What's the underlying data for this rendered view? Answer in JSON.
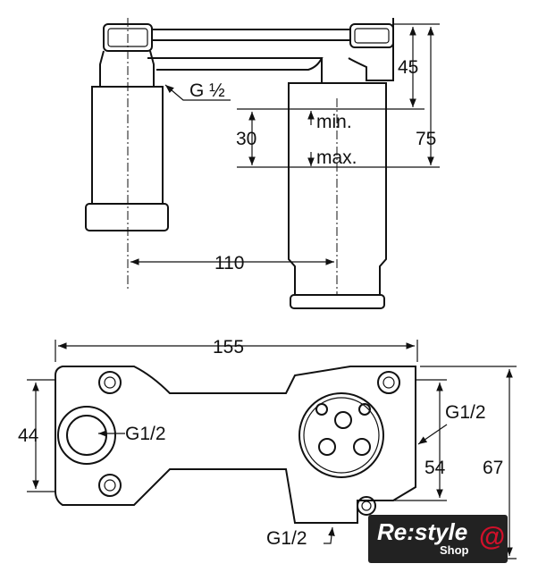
{
  "labels": {
    "thread_top": "G ½",
    "dim_45": "45",
    "dim_75": "75",
    "dim_30": "30",
    "min": "min.",
    "max": "max.",
    "dim_110": "110",
    "dim_155": "155",
    "dim_44": "44",
    "thread_left": "G1/2",
    "thread_right": "G1/2",
    "dim_54": "54",
    "dim_67": "67",
    "thread_bottom": "G1/2"
  },
  "logo": {
    "main": "Re:style",
    "sub": "Shop",
    "symbol": "@"
  },
  "colors": {
    "line": "#111111",
    "logo_bg": "#222222",
    "logo_accent": "#d0102a"
  }
}
